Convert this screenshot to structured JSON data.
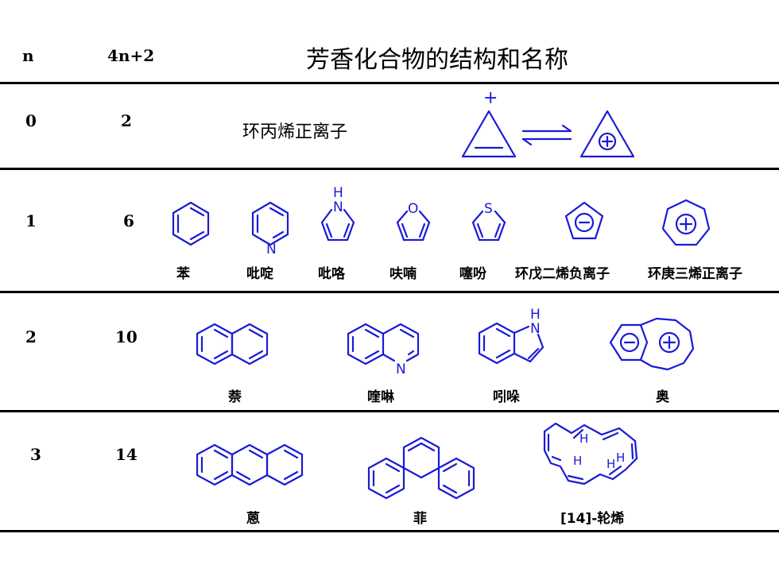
{
  "header": {
    "col_n": "n",
    "col_4n2": "4n+2",
    "title": "芳香化合物的结构和名称"
  },
  "rows": [
    {
      "n": "0",
      "e": "2",
      "names": [
        "环丙烯正离子"
      ]
    },
    {
      "n": "1",
      "e": "6",
      "names": [
        "苯",
        "吡啶",
        "吡咯",
        "呋喃",
        "噻吩",
        "环戊二烯负离子",
        "环庚三烯正离子"
      ]
    },
    {
      "n": "2",
      "e": "10",
      "names": [
        "萘",
        "喹啉",
        "吲哚",
        "奥"
      ]
    },
    {
      "n": "3",
      "e": "14",
      "names": [
        "蒽",
        "菲",
        "[14]-轮烯"
      ]
    }
  ],
  "atoms": {
    "N": "N",
    "NH_H": "H",
    "O": "O",
    "S": "S",
    "plus": "+",
    "minus": "−"
  },
  "colors": {
    "structure": "#1a1ad8",
    "text": "#000000"
  }
}
